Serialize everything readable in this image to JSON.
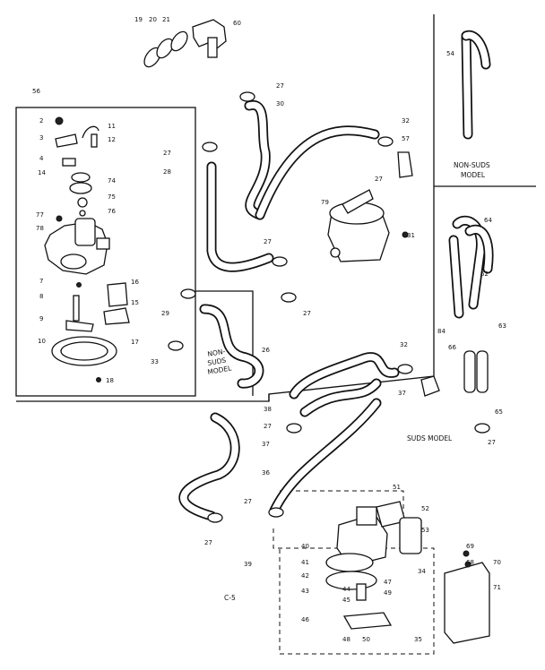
{
  "callouts": {
    "n19": "19",
    "n20": "20",
    "n21": "21",
    "n60": "60",
    "n56": "56",
    "n2": "2",
    "n11": "11",
    "n3": "3",
    "n12": "12",
    "n4": "4",
    "n14": "14",
    "n74": "74",
    "n75": "75",
    "n76": "76",
    "n77": "77",
    "n78": "78",
    "n7": "7",
    "n8": "8",
    "n9": "9",
    "n10": "10",
    "n16": "16",
    "n15": "15",
    "n17": "17",
    "n18": "18",
    "n27a": "27",
    "n30": "30",
    "n27b": "27",
    "n28": "28",
    "n32a": "32",
    "n57": "57",
    "n27c": "27",
    "n79": "79",
    "n27d": "27",
    "n31": "31",
    "n27e": "27",
    "n29": "29",
    "n33": "33",
    "n26": "26",
    "n54": "54",
    "n64": "64",
    "n62": "62",
    "n63": "63",
    "n84": "84",
    "n66": "66",
    "n65": "65",
    "n32b": "32",
    "n37a": "37",
    "n27f": "27",
    "n27g": "27",
    "n38": "38",
    "n37b": "37",
    "n36": "36",
    "n27h": "27",
    "n27i": "27",
    "n39": "39",
    "n40": "40",
    "n41": "41",
    "n42": "42",
    "n43": "43",
    "n44": "44",
    "n45": "45",
    "n46": "46",
    "n47": "47",
    "n48": "48",
    "n49": "49",
    "n50": "50",
    "n51": "51",
    "n52": "52",
    "n53": "53",
    "n34": "34",
    "n35": "35",
    "n69": "69",
    "n68": "68",
    "n70": "70",
    "n71": "71"
  },
  "captions": {
    "non_suds_top_1": "NON-SUDS",
    "non_suds_top_2": "MODEL",
    "non_suds_mid_1": "NON-",
    "non_suds_mid_2": "SUDS",
    "non_suds_mid_3": "MODEL",
    "suds_model": "SUDS MODEL",
    "page_code": "C-5"
  }
}
